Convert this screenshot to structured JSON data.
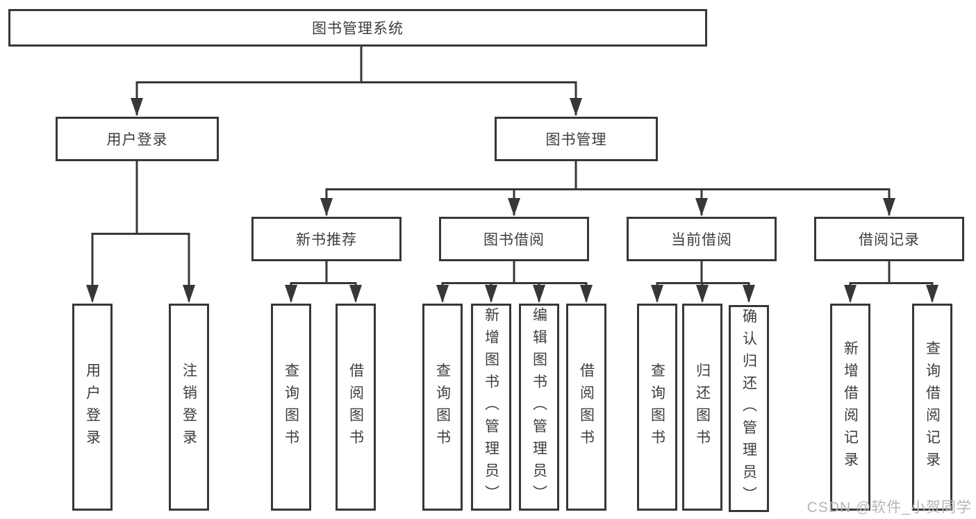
{
  "nodes": {
    "root": "图书管理系统",
    "user_login": "用户登录",
    "book_management": "图书管理",
    "new_book_recommend": "新书推荐",
    "book_borrow": "图书借阅",
    "current_borrow": "当前借阅",
    "borrow_record": "借阅记录",
    "leaf_user_login": "用户登录",
    "leaf_logout_login": "注销登录",
    "leaf_query_book_1": "查询图书",
    "leaf_borrow_book_1": "借阅图书",
    "leaf_query_book_2": "查询图书",
    "leaf_add_book_admin": "新增图书（管理员）",
    "leaf_edit_book_admin": "编辑图书（管理员）",
    "leaf_borrow_book_2": "借阅图书",
    "leaf_query_book_3": "查询图书",
    "leaf_return_book": "归还图书",
    "leaf_confirm_return_admin": "确认归还（管理员）",
    "leaf_add_borrow_record": "新增借阅记录",
    "leaf_query_borrow_record": "查询借阅记录"
  },
  "watermark": "CSDN @软件_小贺同学",
  "colors": {
    "line": "#373737",
    "text": "#3d3d3d",
    "watermark_text": "#b5b5b5",
    "background": "#ffffff"
  }
}
